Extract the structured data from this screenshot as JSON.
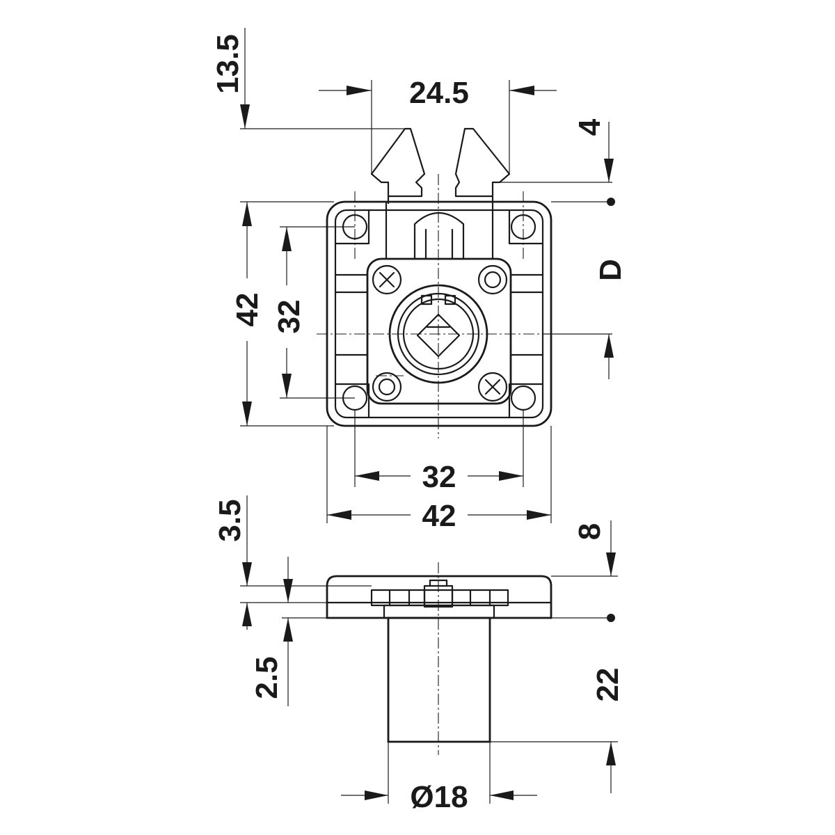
{
  "dimensions": {
    "top_offset": "13.5",
    "bolt_width": "24.5",
    "bolt_height": "4",
    "backset_label": "D",
    "plate_height": "42",
    "screw_spacing_v": "32",
    "screw_spacing_h": "32",
    "plate_width": "42",
    "flange_thickness": "3.5",
    "bolt_projection": "8",
    "plate_thickness": "2.5",
    "cylinder_length": "22",
    "cylinder_diameter": "Ø18"
  }
}
